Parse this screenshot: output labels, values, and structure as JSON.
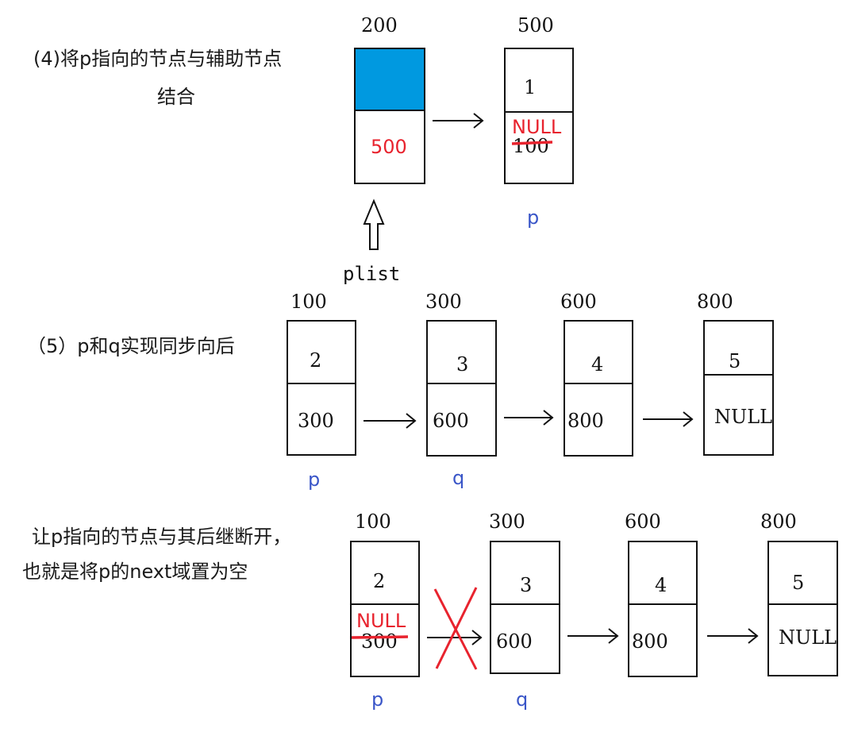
{
  "colors": {
    "accent_red": "#e8232e",
    "pointer_blue": "#3a56c8",
    "fill_blue": "#0099e0",
    "ink": "#111111"
  },
  "section4": {
    "caption_line1": "(4)将p指向的节点与辅助节点",
    "caption_line2": "结合",
    "node_200": {
      "addr": "200",
      "next": "500"
    },
    "node_500": {
      "addr": "500",
      "data": "1",
      "next_old": "100",
      "next_new": "NULL",
      "pointer": "p"
    },
    "head_label": "plist"
  },
  "section5": {
    "caption": "（5）p和q实现同步向后",
    "nodes": [
      {
        "addr": "100",
        "data": "2",
        "next": "300",
        "pointer": "p"
      },
      {
        "addr": "300",
        "data": "3",
        "next": "600",
        "pointer": "q"
      },
      {
        "addr": "600",
        "data": "4",
        "next": "800"
      },
      {
        "addr": "800",
        "data": "5",
        "next": "NULL"
      }
    ]
  },
  "section6": {
    "caption_line1": "让p指向的节点与其后继断开，",
    "caption_line2": "也就是将p的next域置为空",
    "nodes": [
      {
        "addr": "100",
        "data": "2",
        "next_old": "300",
        "next_new": "NULL",
        "pointer": "p"
      },
      {
        "addr": "300",
        "data": "3",
        "next": "600",
        "pointer": "q"
      },
      {
        "addr": "600",
        "data": "4",
        "next": "800"
      },
      {
        "addr": "800",
        "data": "5",
        "next": "NULL"
      }
    ]
  }
}
